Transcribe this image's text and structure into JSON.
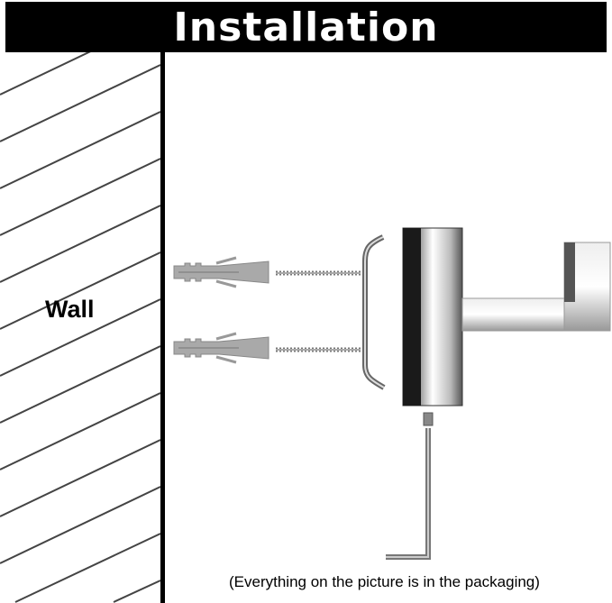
{
  "title": "Installation",
  "wall_label": "Wall",
  "note": "(Everything on the picture is in the packaging)",
  "colors": {
    "header_bg": "#000000",
    "header_text": "#ffffff",
    "anchor": "#a9a9a9",
    "chrome": "#d8d8d8"
  },
  "parts": [
    "wall-anchor",
    "wall-anchor",
    "screw",
    "screw",
    "mounting-bracket",
    "hook-base",
    "hook-arm",
    "set-screw",
    "hex-key"
  ]
}
